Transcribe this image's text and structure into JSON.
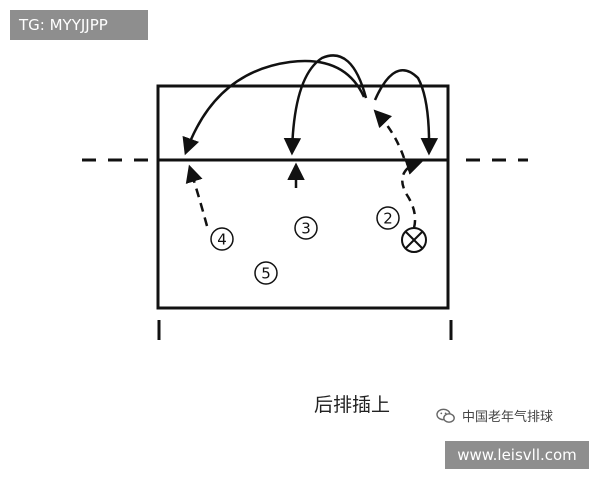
{
  "tag": "TG: MYYJJPP",
  "caption": "后排插上",
  "brand": {
    "text": "中国老年气排球",
    "icon": "wechat-icon"
  },
  "website": "www.leisvll.com",
  "diagram": {
    "players": [
      {
        "id": "4",
        "label": "4"
      },
      {
        "id": "3",
        "label": "3"
      },
      {
        "id": "2",
        "label": "2"
      },
      {
        "id": "5",
        "label": "5"
      }
    ],
    "setter_marker": "crossed-circle"
  },
  "colors": {
    "line": "#111111",
    "tag_bg": "#8e8e8e",
    "tag_text": "#ffffff"
  }
}
